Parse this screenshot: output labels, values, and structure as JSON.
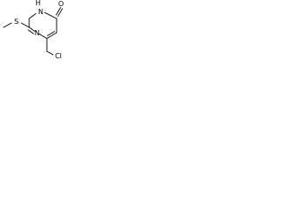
{
  "structure": {
    "atoms": {
      "oxygen": "O",
      "nitrogen_nh": "H",
      "nitrogen_n_top": "N",
      "nitrogen_n_bottom": "N",
      "sulfur": "S",
      "chlorine": "Cl"
    }
  }
}
